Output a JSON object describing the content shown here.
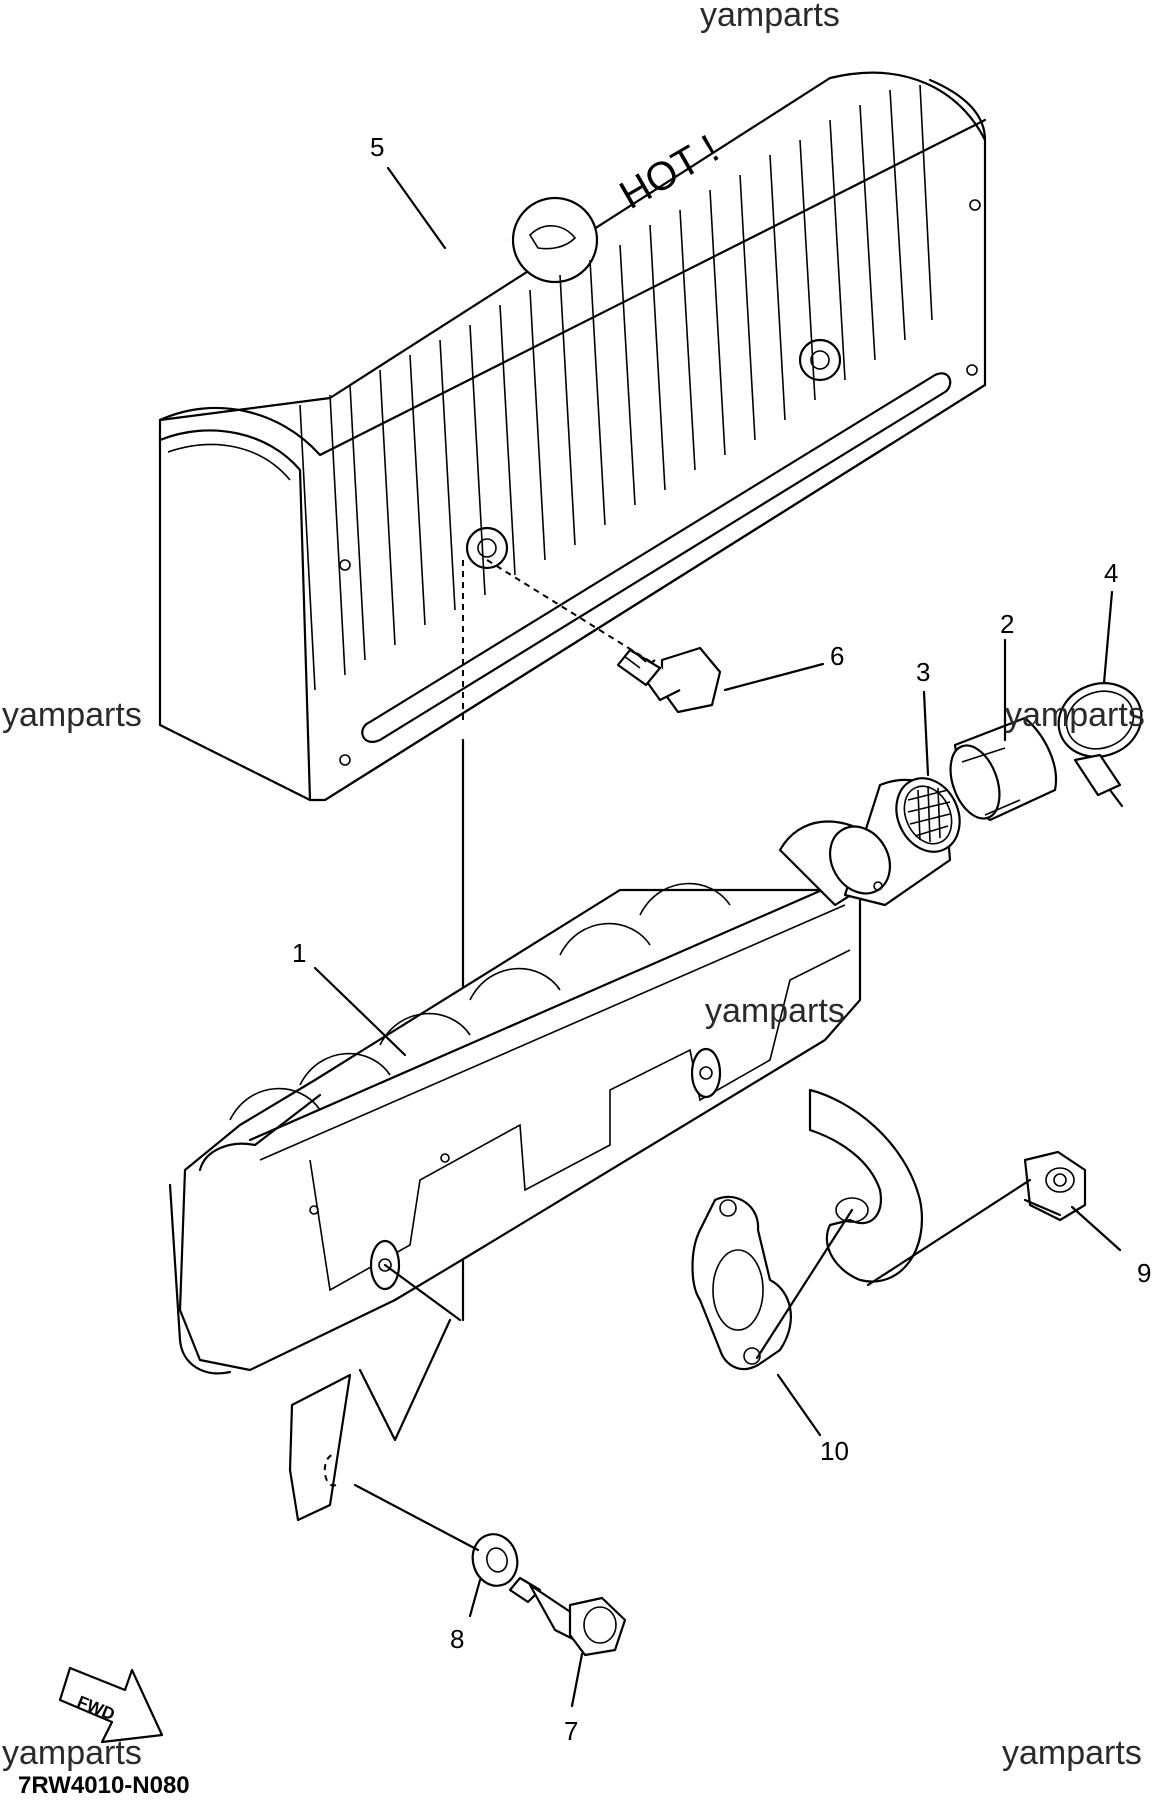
{
  "watermark": "yamparts",
  "diagram_code": "7RW4010-N080",
  "fwd_label": "FWD",
  "cover_text": "HOT !",
  "callouts": {
    "c1": "1",
    "c2": "2",
    "c3": "3",
    "c4": "4",
    "c5": "5",
    "c6": "6",
    "c7": "7",
    "c8": "8",
    "c9": "9",
    "c10": "10"
  }
}
